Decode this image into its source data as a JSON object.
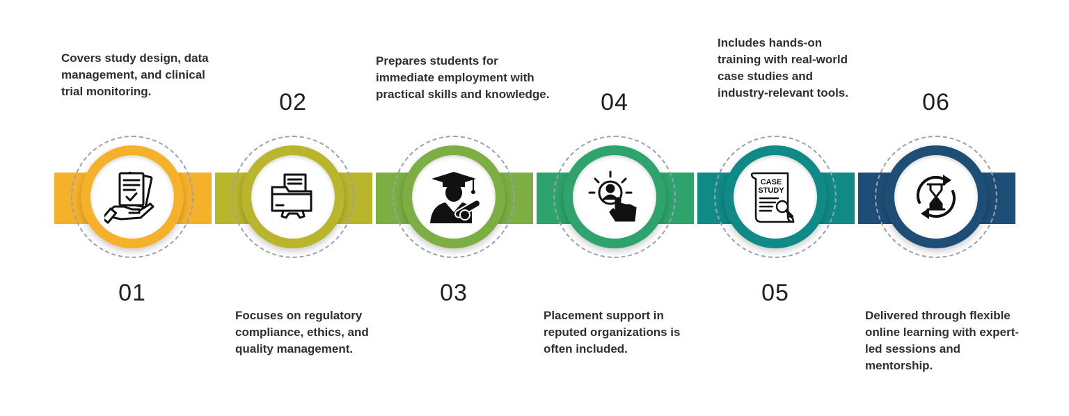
{
  "steps": [
    {
      "number": "01",
      "text_lines": [
        "Covers study design, data",
        "management, and clinical",
        "trial monitoring."
      ],
      "color": "#f6b12a",
      "icon": "document-hand-icon"
    },
    {
      "number": "02",
      "text_lines": [
        "Focuses on regulatory",
        "compliance, ethics, and",
        "quality management."
      ],
      "color": "#b9b52c",
      "icon": "folder-gear-icon"
    },
    {
      "number": "03",
      "text_lines": [
        "Prepares students for",
        "immediate employment with",
        "practical skills and knowledge."
      ],
      "color": "#7cae43",
      "icon": "graduate-icon"
    },
    {
      "number": "04",
      "text_lines": [
        "Placement support in",
        "reputed organizations is",
        "often included."
      ],
      "color": "#2ea36b",
      "icon": "person-click-icon"
    },
    {
      "number": "05",
      "text_lines": [
        "Includes hands-on",
        "training with real-world",
        "case studies and",
        "industry-relevant tools."
      ],
      "color": "#0f8a86",
      "icon": "case-study-icon",
      "icon_text": [
        "CASE",
        "STUDY"
      ]
    },
    {
      "number": "06",
      "text_lines": [
        "Delivered through flexible",
        "online learning with expert-",
        "led sessions and",
        "mentorship."
      ],
      "color": "#1e4e75",
      "icon": "hourglass-cycle-icon"
    }
  ]
}
